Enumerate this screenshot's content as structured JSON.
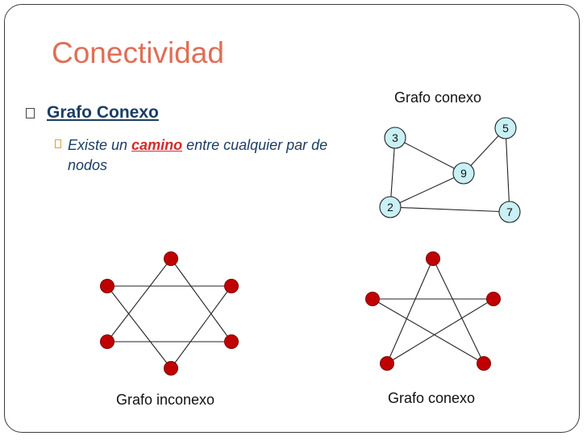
{
  "title": "Conectividad",
  "bullets": {
    "level1": "Grafo Conexo",
    "level2_before": "Existe un ",
    "level2_emphasis": "camino",
    "level2_after": " entre cualquier par de nodos"
  },
  "captions": {
    "top_right": "Grafo conexo",
    "bottom_left": "Grafo inconexo",
    "bottom_right": "Grafo conexo"
  },
  "graph_labeled": {
    "nodes": [
      "3",
      "5",
      "9",
      "2",
      "7"
    ],
    "edges": [
      [
        "3",
        "9"
      ],
      [
        "3",
        "2"
      ],
      [
        "2",
        "9"
      ],
      [
        "9",
        "5"
      ],
      [
        "5",
        "7"
      ],
      [
        "2",
        "7"
      ]
    ],
    "node_fill": "#c8f0f5"
  },
  "graph_hexagram": {
    "nodes": 6,
    "edges": "two disjoint triangles",
    "node_color": "#c00000"
  },
  "graph_pentagram": {
    "nodes": 5,
    "edges": "five-point star",
    "node_color": "#c00000"
  },
  "colors": {
    "title": "#e06e57",
    "heading": "#1c3d63",
    "emphasis": "#d42a2a",
    "node_red": "#c00000",
    "node_cyan": "#c8f0f5"
  }
}
